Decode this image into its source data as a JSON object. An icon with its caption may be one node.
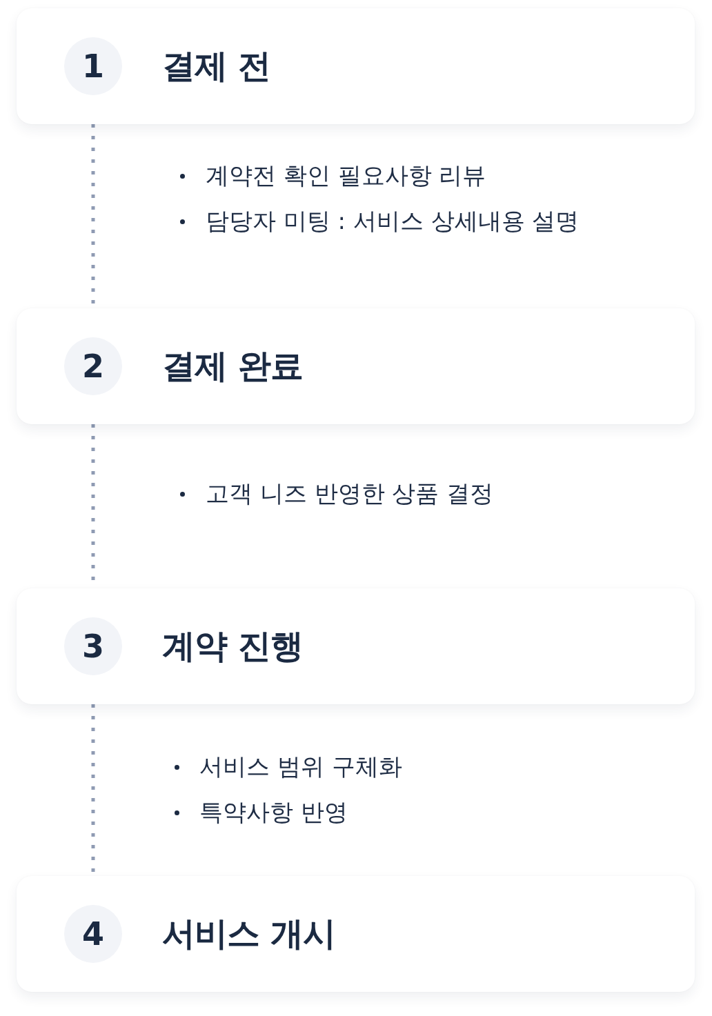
{
  "diagram": {
    "nodes": [
      {
        "text": [
          "결제 전"
        ],
        "beside": [
          "계약전 확인 필요사항 리뷰",
          "담당자 미팅 : 서비스 상세내용 설명"
        ]
      },
      {
        "text": [
          "1"
        ],
        "in": 0
      },
      {
        "text": [
          "결제 완료"
        ],
        "beside": [
          "고객 니즈 반영한 상품 결정"
        ]
      },
      {
        "text": [
          "2"
        ],
        "in": 2
      },
      {
        "text": [
          "계약 진행"
        ],
        "beside": [
          "서비스 범위 구체화",
          "특약사항 반영"
        ]
      },
      {
        "text": [
          "3"
        ],
        "in": 4
      },
      {
        "text": [
          "서비스 개시"
        ]
      },
      {
        "text": [
          "4"
        ],
        "in": 6
      }
    ],
    "edges": [
      {
        "from": 0,
        "to": 2,
        "arrow": "none",
        "style": "dashed"
      },
      {
        "from": 2,
        "to": 4,
        "arrow": "none",
        "style": "dashed"
      },
      {
        "from": 4,
        "to": 6,
        "arrow": "none",
        "style": "dashed"
      }
    ]
  }
}
